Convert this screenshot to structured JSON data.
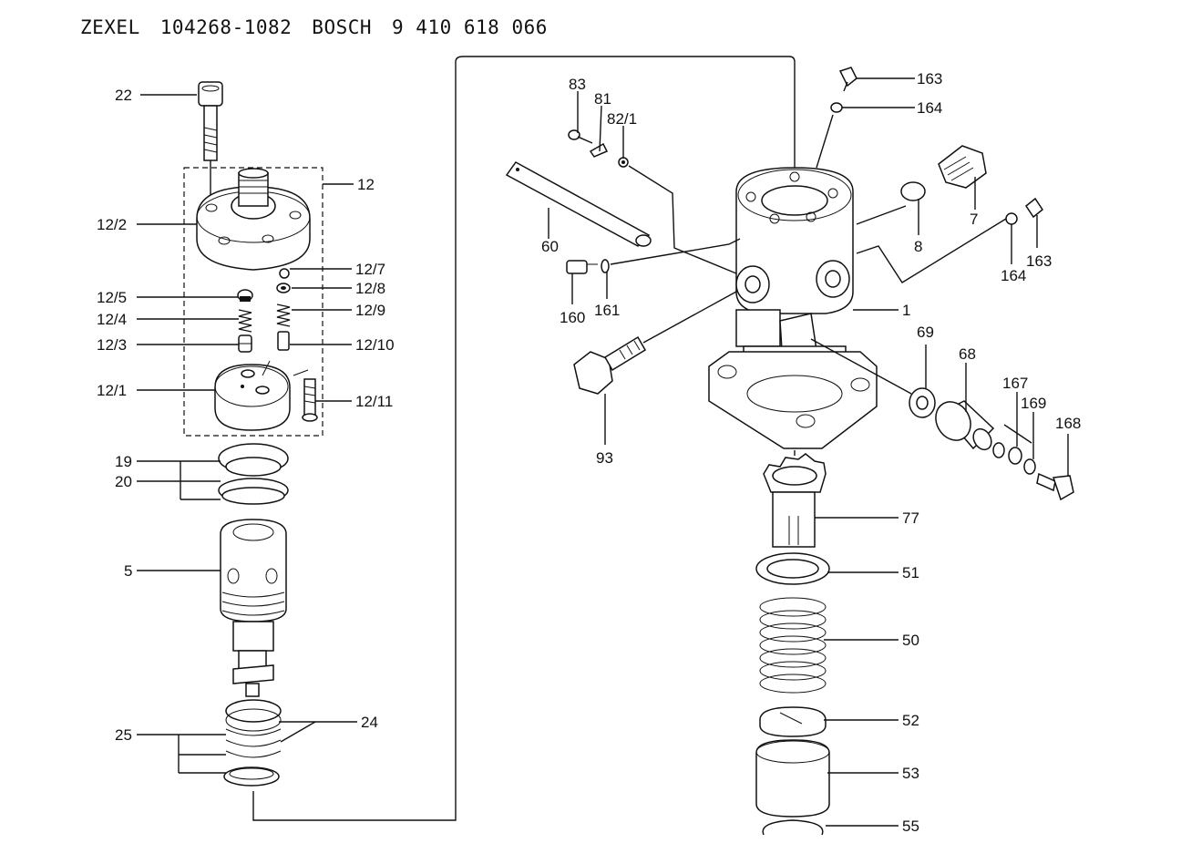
{
  "header": {
    "maker1": "ZEXEL",
    "part_number": "104268-1082",
    "maker2": "BOSCH",
    "bosch_number": "9 410 618 066"
  },
  "callouts": {
    "c22": "22",
    "c12": "12",
    "c12_2": "12/2",
    "c12_7": "12/7",
    "c12_8": "12/8",
    "c12_5": "12/5",
    "c12_9": "12/9",
    "c12_4": "12/4",
    "c12_3": "12/3",
    "c12_10": "12/10",
    "c12_1": "12/1",
    "c12_11": "12/11",
    "c19": "19",
    "c20": "20",
    "c5": "5",
    "c25": "25",
    "c24": "24",
    "c83": "83",
    "c81": "81",
    "c82_1": "82/1",
    "c60": "60",
    "c160": "160",
    "c161": "161",
    "c93": "93",
    "c163a": "163",
    "c164a": "164",
    "c7": "7",
    "c8": "8",
    "c164b": "164",
    "c163b": "163",
    "c1": "1",
    "c69": "69",
    "c68": "68",
    "c167": "167",
    "c169": "169",
    "c168": "168",
    "c77": "77",
    "c51": "51",
    "c50": "50",
    "c52": "52",
    "c53": "53",
    "c55": "55"
  }
}
